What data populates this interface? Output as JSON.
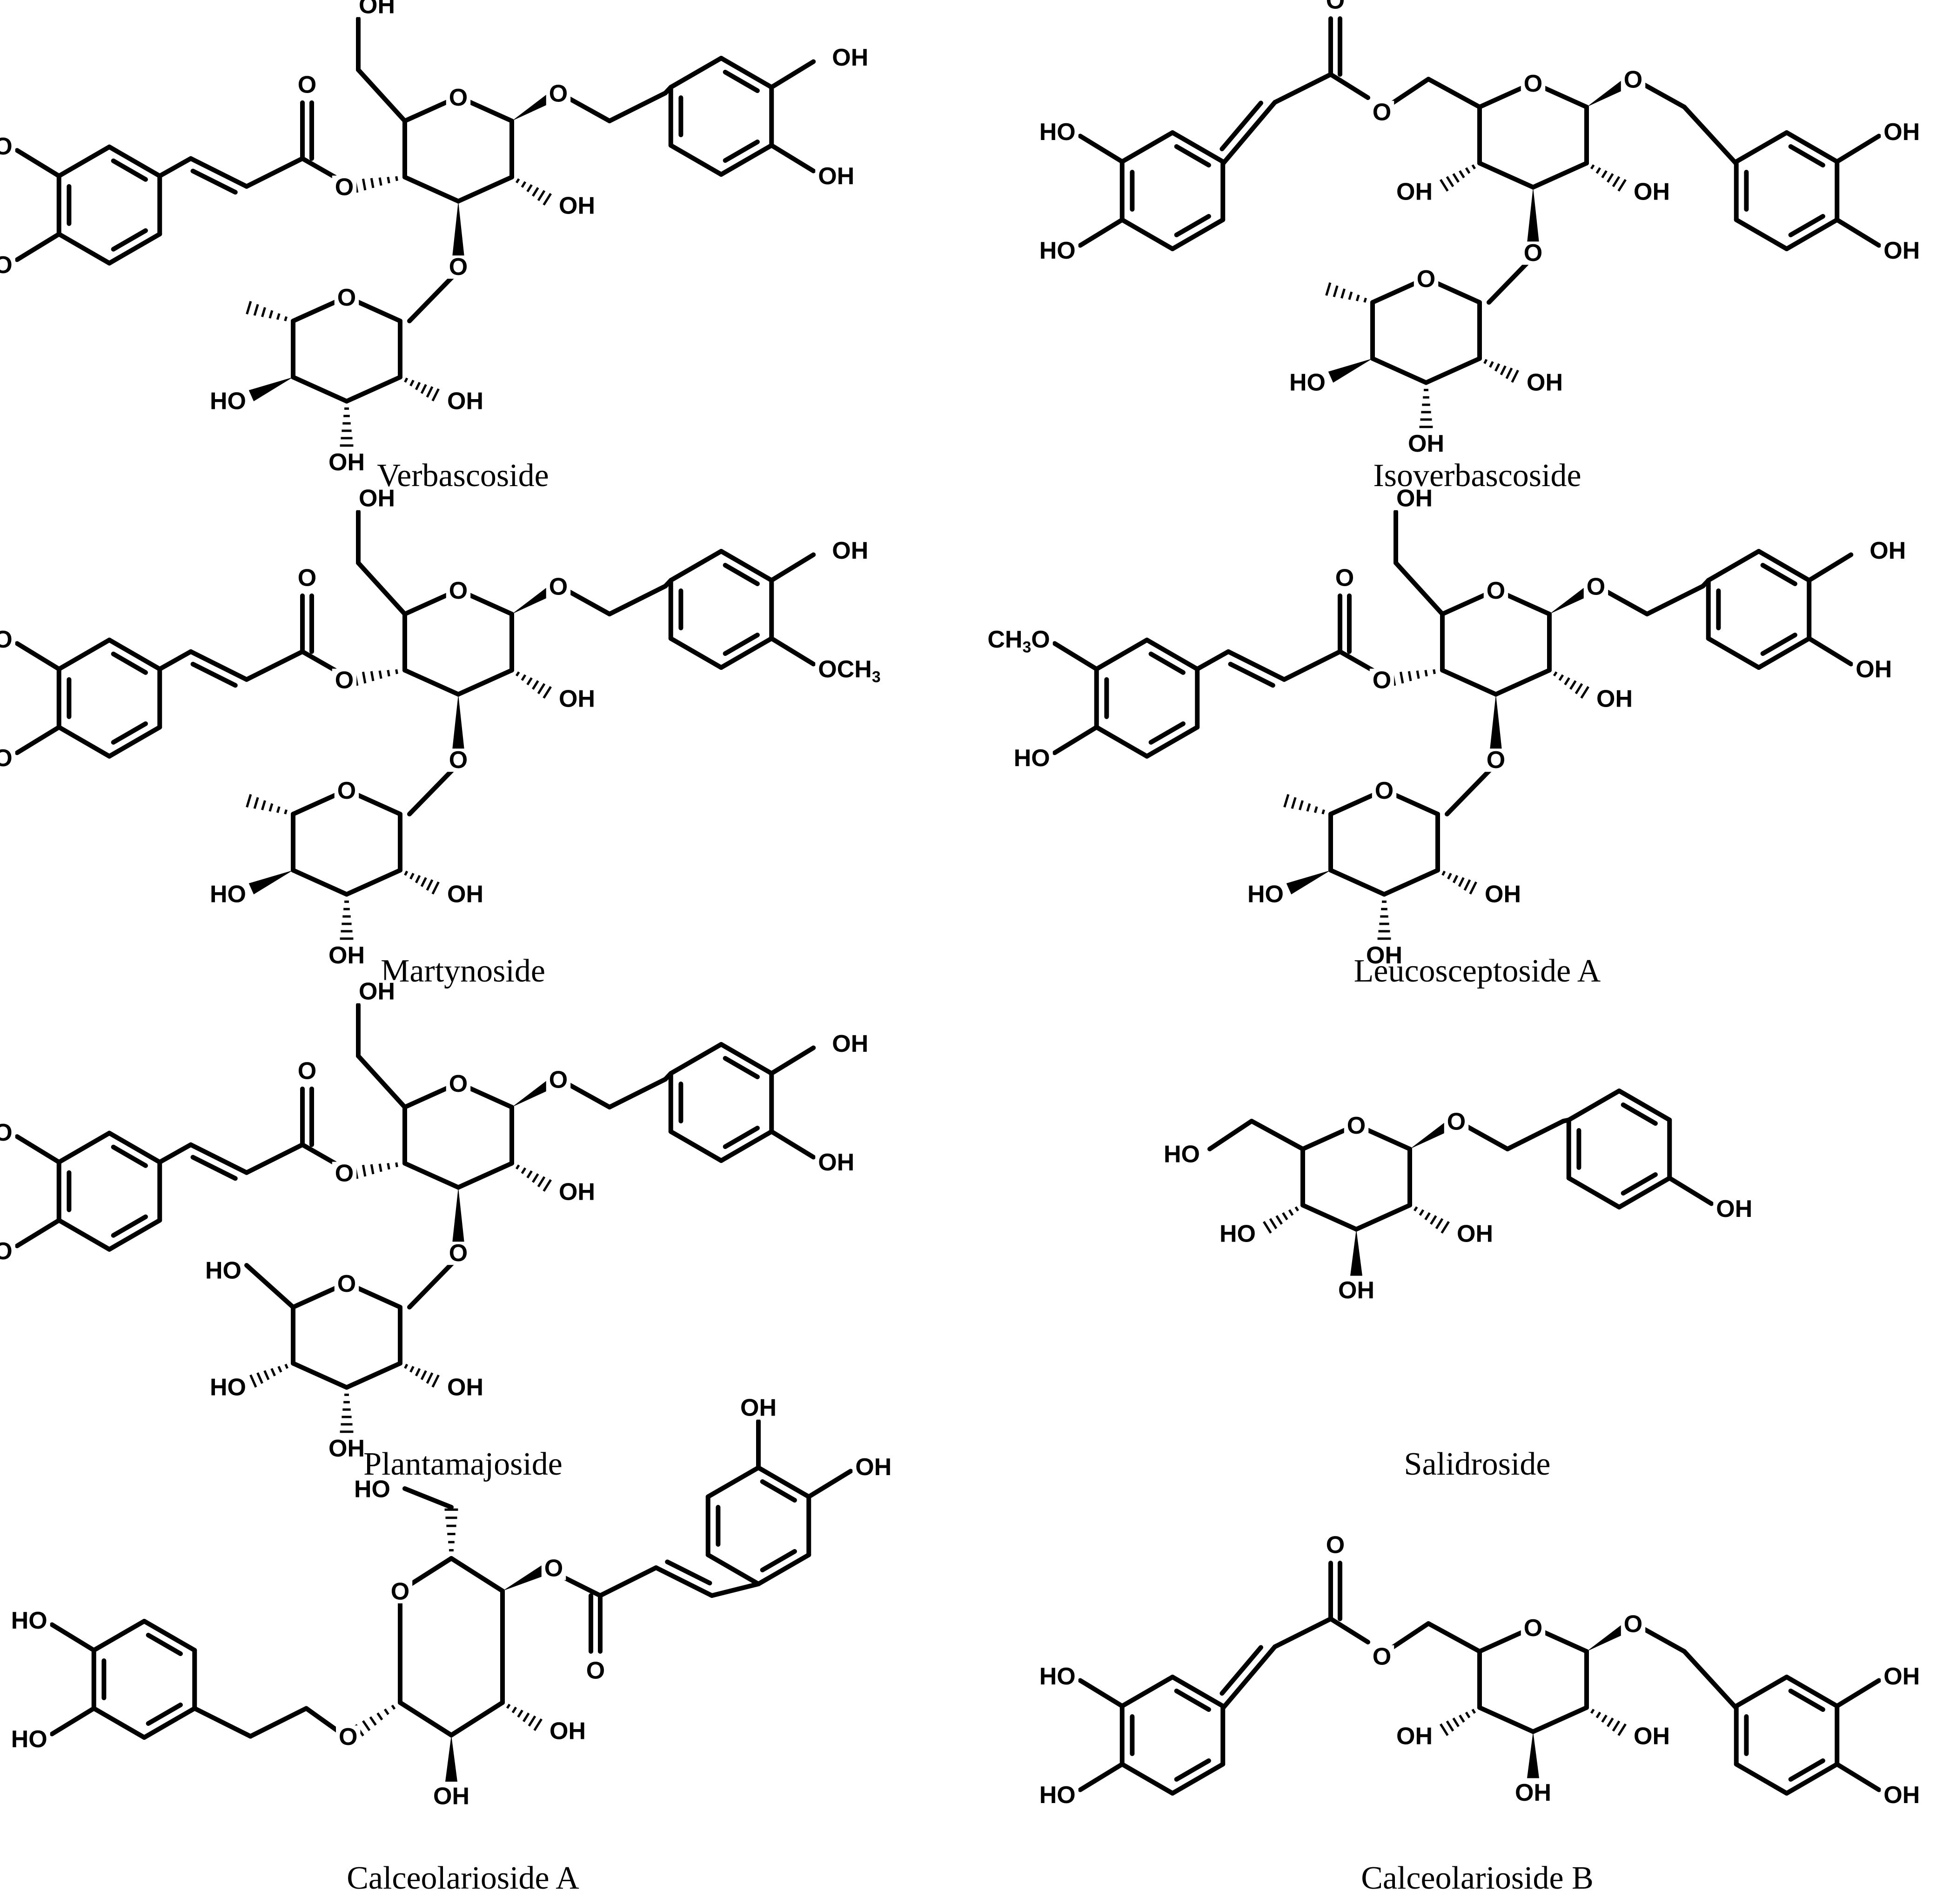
{
  "figure": {
    "compounds": [
      {
        "id": "verbascoside",
        "name": "Verbascoside",
        "skeleton": "acteoside"
      },
      {
        "id": "isoverbascoside",
        "name": "Isoverbascoside",
        "skeleton": "isoacteoside"
      },
      {
        "id": "martynoside",
        "name": "Martynoside",
        "skeleton": "acteoside"
      },
      {
        "id": "leucosceptoside-a",
        "name": "Leucosceptoside A",
        "skeleton": "acteoside"
      },
      {
        "id": "plantamajoside",
        "name": "Plantamajoside",
        "skeleton": "acteoside-glc"
      },
      {
        "id": "salidroside",
        "name": "Salidroside",
        "skeleton": "salidroside"
      },
      {
        "id": "calceolarioside-a",
        "name": "Calceolarioside A",
        "skeleton": "calceolarioside-a"
      },
      {
        "id": "calceolarioside-b",
        "name": "Calceolarioside B",
        "skeleton": "calceolarioside-b"
      }
    ],
    "atom_labels": {
      "oh": "OH",
      "ho": "HO",
      "o": "O",
      "och3": "OCH3",
      "ch3o": "CH3O"
    },
    "colors": {
      "bond": "#000000",
      "background": "#ffffff"
    }
  }
}
